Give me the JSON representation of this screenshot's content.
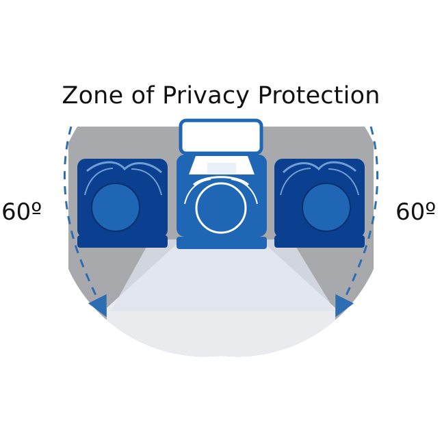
{
  "title": "Zone of Privacy Protection",
  "left_angle": "60º",
  "right_angle": "60º",
  "colors": {
    "gray_zone": "#a7a9ac",
    "light_zone": "#eaebee",
    "blue_dark": "#0b3f8f",
    "blue_mid": "#1f67b5",
    "blue_light": "#6f9fd6",
    "arrow": "#2e6db2"
  },
  "icons": [
    "left-viewer-icon",
    "center-user-laptop-icon",
    "right-viewer-icon",
    "left-arrow-icon",
    "right-arrow-icon"
  ]
}
